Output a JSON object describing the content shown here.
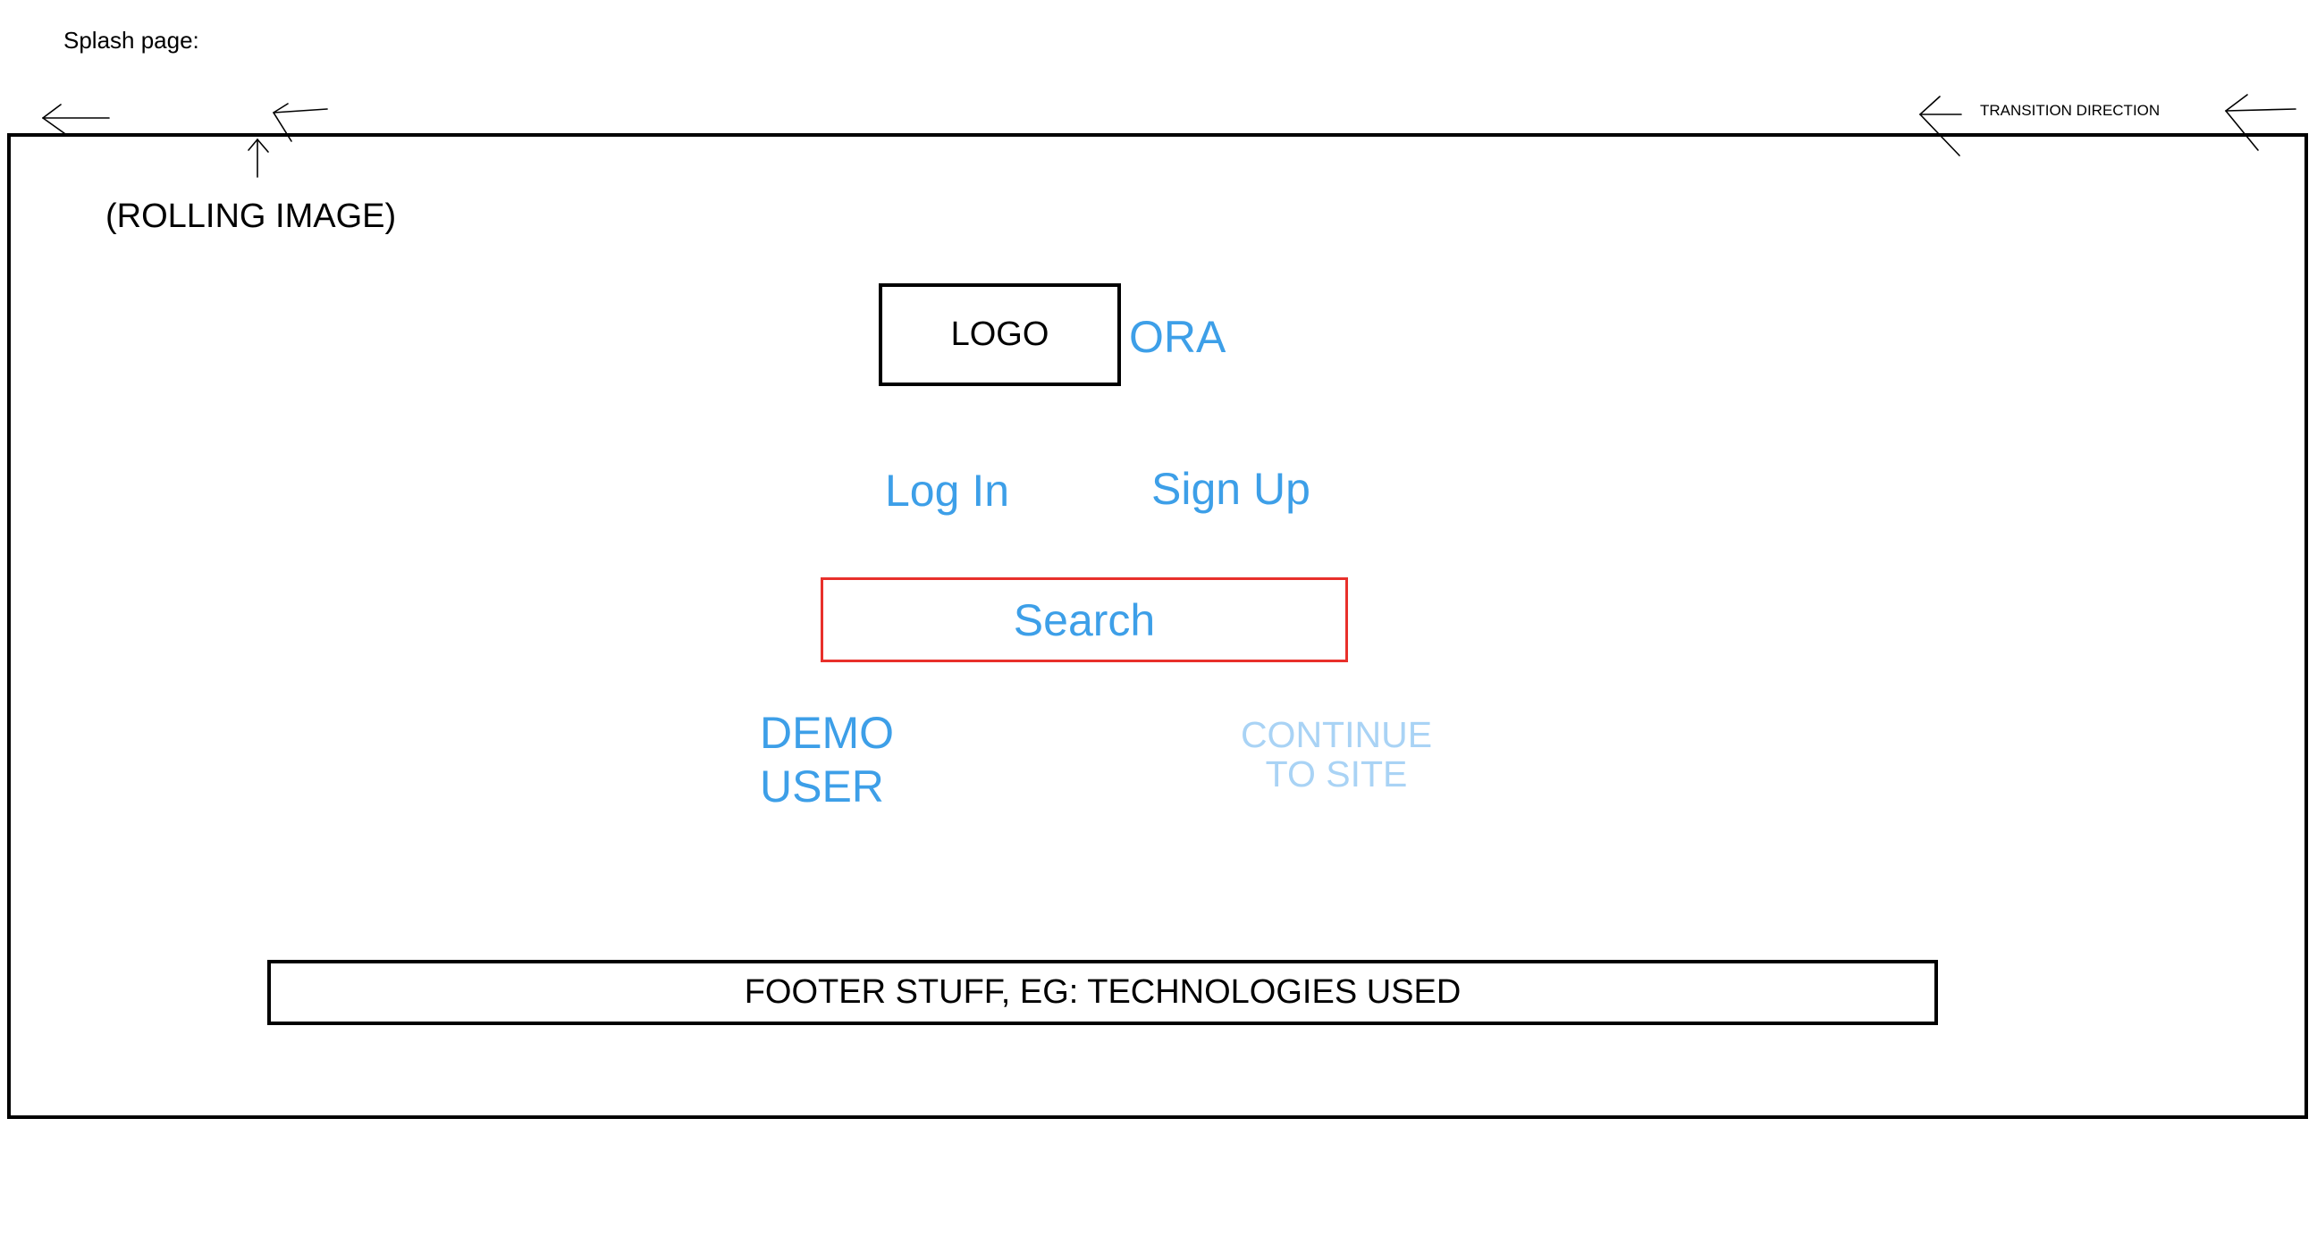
{
  "annotations": {
    "page_label": "Splash page:",
    "transition_label": "TRANSITION DIRECTION",
    "rolling_image_label": "(ROLLING IMAGE)"
  },
  "header": {
    "logo_label": "LOGO",
    "brand_name": "ORA"
  },
  "auth": {
    "login_label": "Log In",
    "signup_label": "Sign Up"
  },
  "search": {
    "placeholder": "Search"
  },
  "actions": {
    "demo_user_label": "DEMO USER",
    "continue_label": "CONTINUE TO SITE"
  },
  "footer": {
    "text": "FOOTER STUFF, EG: TECHNOLOGIES USED"
  },
  "colors": {
    "link": "#3d9fe8",
    "link_disabled": "#a9d3f5",
    "search_border": "#e8302b",
    "frame": "#000000"
  },
  "icons": {
    "direction_arrows": "arrow-left-icon",
    "pointer_arrow": "arrow-up-icon"
  }
}
